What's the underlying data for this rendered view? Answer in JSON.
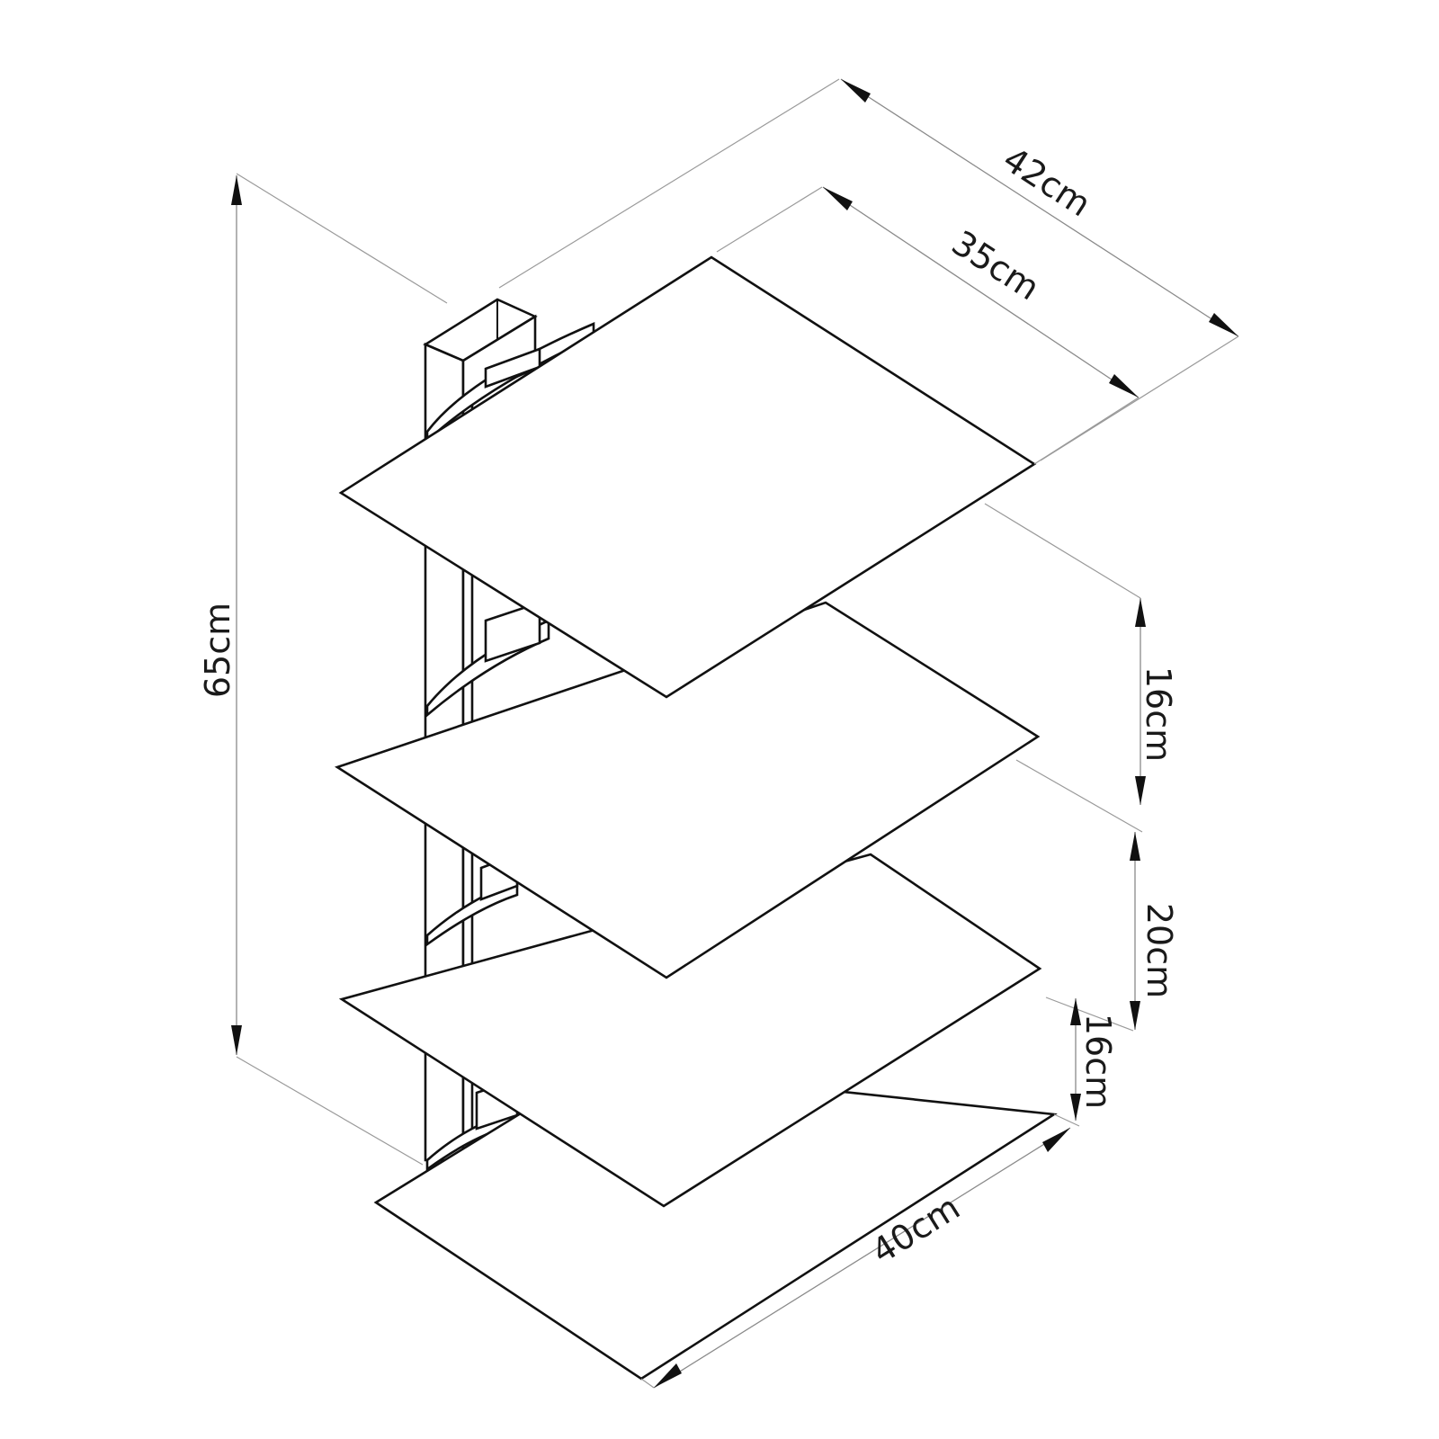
{
  "diagram": {
    "dimensions": {
      "overall_height": "65cm",
      "top_shelf_outer_depth": "42cm",
      "top_shelf_depth": "35cm",
      "spacing_1": "16cm",
      "spacing_2": "20cm",
      "spacing_3": "16cm",
      "bottom_shelf_width": "40cm"
    },
    "shelf_count": 4,
    "colors": {
      "outline": "#111111",
      "dimension_line": "#8a8a8a",
      "background": "#ffffff"
    }
  }
}
